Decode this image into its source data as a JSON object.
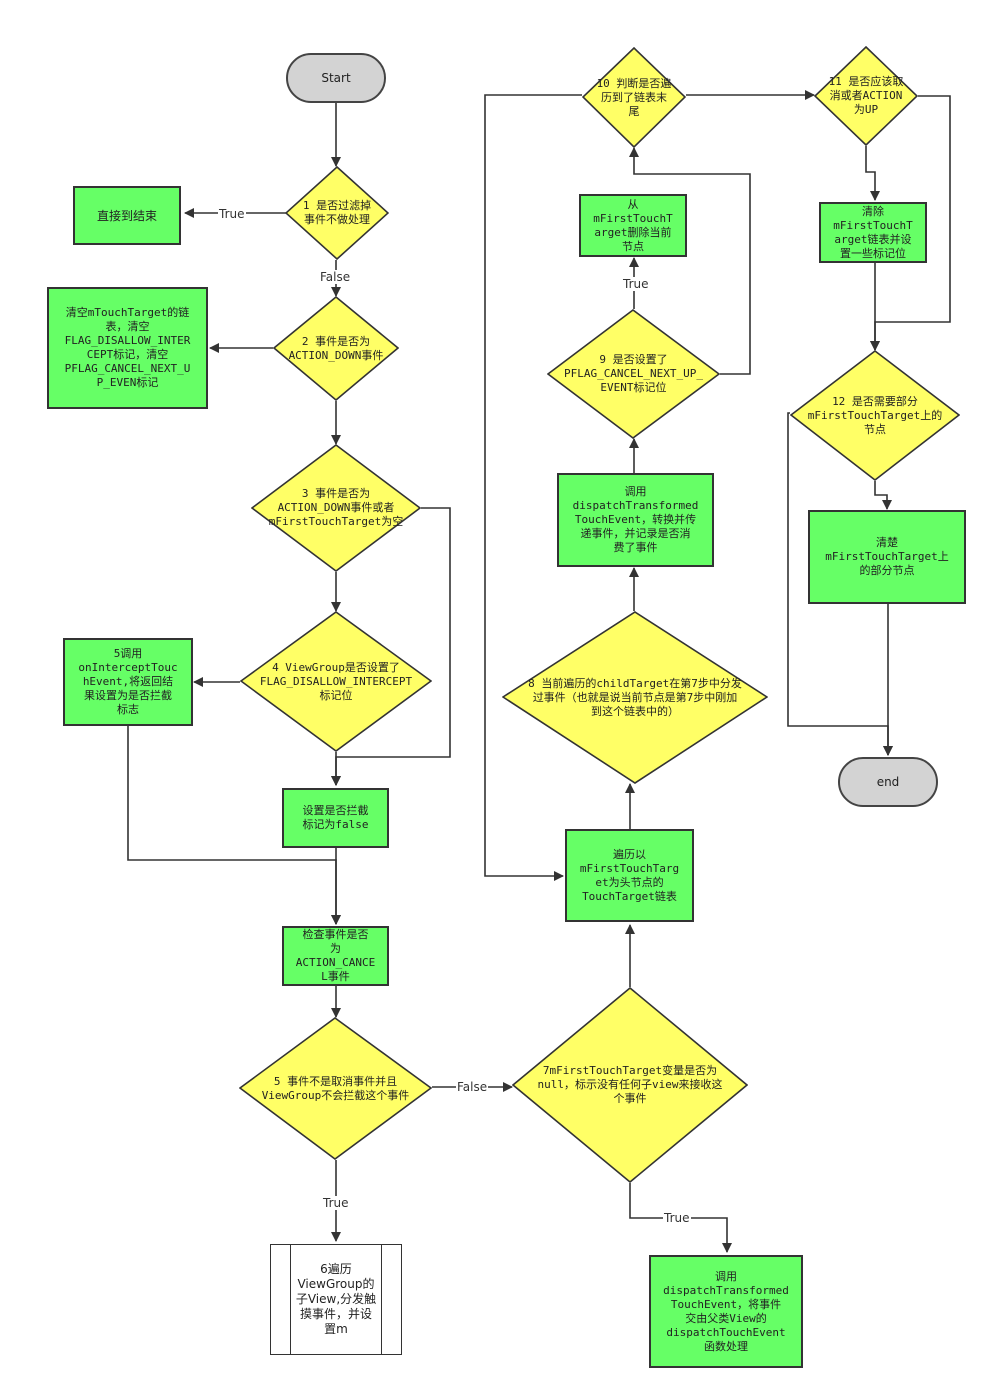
{
  "nodes": {
    "start": "Start",
    "end_direct": "直接到结束",
    "d1": "1 是否过滤掉\n事件不做处理",
    "p_clear": "清空mTouchTarget的链\n表，清空\nFLAG_DISALLOW_INTER\nCEPT标记，清空\nPFLAG_CANCEL_NEXT_U\nP_EVEN标记",
    "d2": "2 事件是否为\nACTION_DOWN事件",
    "d3": "3 事件是否为\nACTION_DOWN事件或者\nmFirstTouchTarget为空",
    "p_intercept": "5调用\nonInterceptTouc\nhEvent,将返回结\n果设置为是否拦截\n标志",
    "d4": "4 ViewGroup是否设置了\nFLAG_DISALLOW_INTERCEPT\n标记位",
    "p_setfalse": "设置是否拦截\n标记为false",
    "p_checkcancel": "检查事件是否\n为\nACTION_CANCE\nL事件",
    "d5": "5 事件不是取消事件并且\nViewGroup不会拦截这个事件",
    "sub6": "6遍历\nViewGroup的\n子View,分发触\n摸事件，并设\n置m",
    "d7": "7mFirstTouchTarget变量是否为\nnull，标示没有任何子view来接收这\n个事件",
    "p_dispatch_parent": "调用\ndispatchTransformed\nTouchEvent，将事件\n交由父类View的\ndispatchTouchEvent\n函数处理",
    "p_traverse": "遍历以\nmFirstTouchTarg\net为头节点的\nTouchTarget链表",
    "d8": "8 当前遍历的childTarget在第7步中分发\n过事件（也就是说当前节点是第7步中刚加\n到这个链表中的）",
    "p_dispatch_child": "调用\ndispatchTransformed\nTouchEvent，转换并传\n递事件，并记录是否消\n费了事件",
    "d9": "9 是否设置了\nPFLAG_CANCEL_NEXT_UP_\nEVENT标记位",
    "p_remove": "从\nmFirstTouchT\narget删除当前\n节点",
    "d10": "10 判断是否遍\n历到了链表末\n尾",
    "d11": "11 是否应该取\n消或者ACTION\n为UP",
    "p_clearlist": "清除\nmFirstTouchT\narget链表并设\n置一些标记位",
    "d12": "12 是否需要部分\nmFirstTouchTarget上的\n节点",
    "p_clearpart": "清楚\nmFirstTouchTarget上\n的部分节点",
    "end": "end"
  },
  "edge_labels": {
    "d1_true": "True",
    "d1_false": "False",
    "d5_false": "False",
    "d5_true": "True",
    "d7_true": "True",
    "d9_true": "True"
  },
  "colors": {
    "process_fill": "#66ff66",
    "decision_fill": "#ffff66",
    "terminal_fill": "#d3d3d3",
    "line": "#333333"
  }
}
